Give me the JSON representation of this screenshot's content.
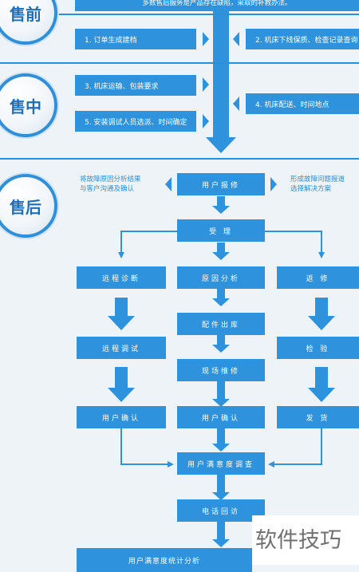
{
  "header": {
    "subtitle": "多数售后服务是产品存在缺陷，采取的补救办法。"
  },
  "stages": {
    "pre": "售前",
    "mid": "售中",
    "post": "售后"
  },
  "pre_sale": {
    "step1": "1. 订单生成建档",
    "step2": "2. 机床下线保质、检查记录查询"
  },
  "mid_sale": {
    "step3": "3. 机床运输、包装要求",
    "step4": "4. 机床配送、时间地点",
    "step5": "5. 安装调试人员选派、时间确定"
  },
  "after_sale": {
    "note_left": [
      "将故障原因分析结果",
      "与客户沟通及确认"
    ],
    "note_right": [
      "形成故障问题报道",
      "选择解决方案"
    ],
    "report": "用户报修",
    "accept": "受  理",
    "remote_diagnosis": "远程诊断",
    "cause_analysis": "原因分析",
    "return_repair": "返  修",
    "parts_out": "配件出库",
    "remote_debug": "远程调试",
    "inspection": "检  验",
    "onsite_repair": "现场维修",
    "confirm_left": "用户确认",
    "confirm_mid": "用户确认",
    "ship": "发  货",
    "satisfaction": "用户满意度调查",
    "phone_visit": "电话回访",
    "statistics": "用户满意度统计分析"
  },
  "watermark": "软件技巧",
  "colors": {
    "accent": "#2f92dc",
    "background": "#eef3f8",
    "note_text": "#2f8fd8"
  }
}
